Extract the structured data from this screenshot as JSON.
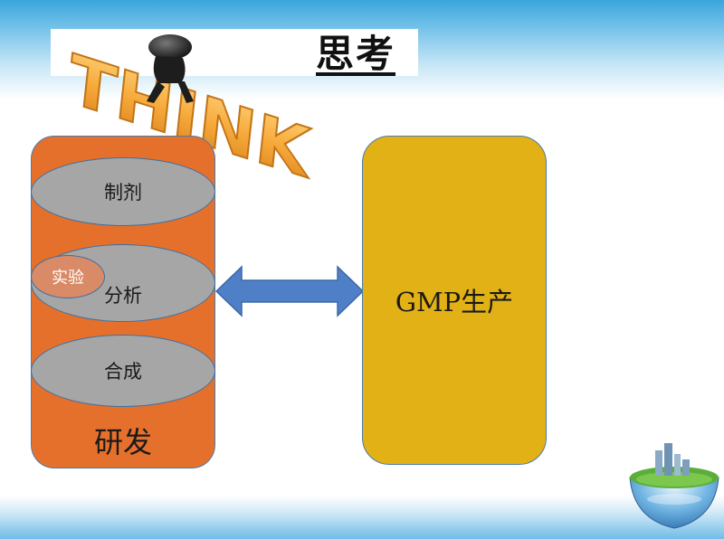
{
  "slide": {
    "title": "思考",
    "left_group": {
      "label": "研发",
      "items": [
        "制剂",
        "分析",
        "合成"
      ],
      "badge": "实验"
    },
    "right_box": {
      "label": "GMP生产"
    },
    "decoration": {
      "art": "think-3d-text-with-figure",
      "art_letters": "THINK",
      "corner": "island-globe-city-icon",
      "connector": "double-headed-arrow"
    },
    "colors": {
      "left_box": "#e5702c",
      "oval": "#a6a6a6",
      "badge": "#d98a66",
      "right_box": "#e2b115",
      "arrow": "#4f7fc6",
      "outline": "#4a7bb0"
    }
  }
}
